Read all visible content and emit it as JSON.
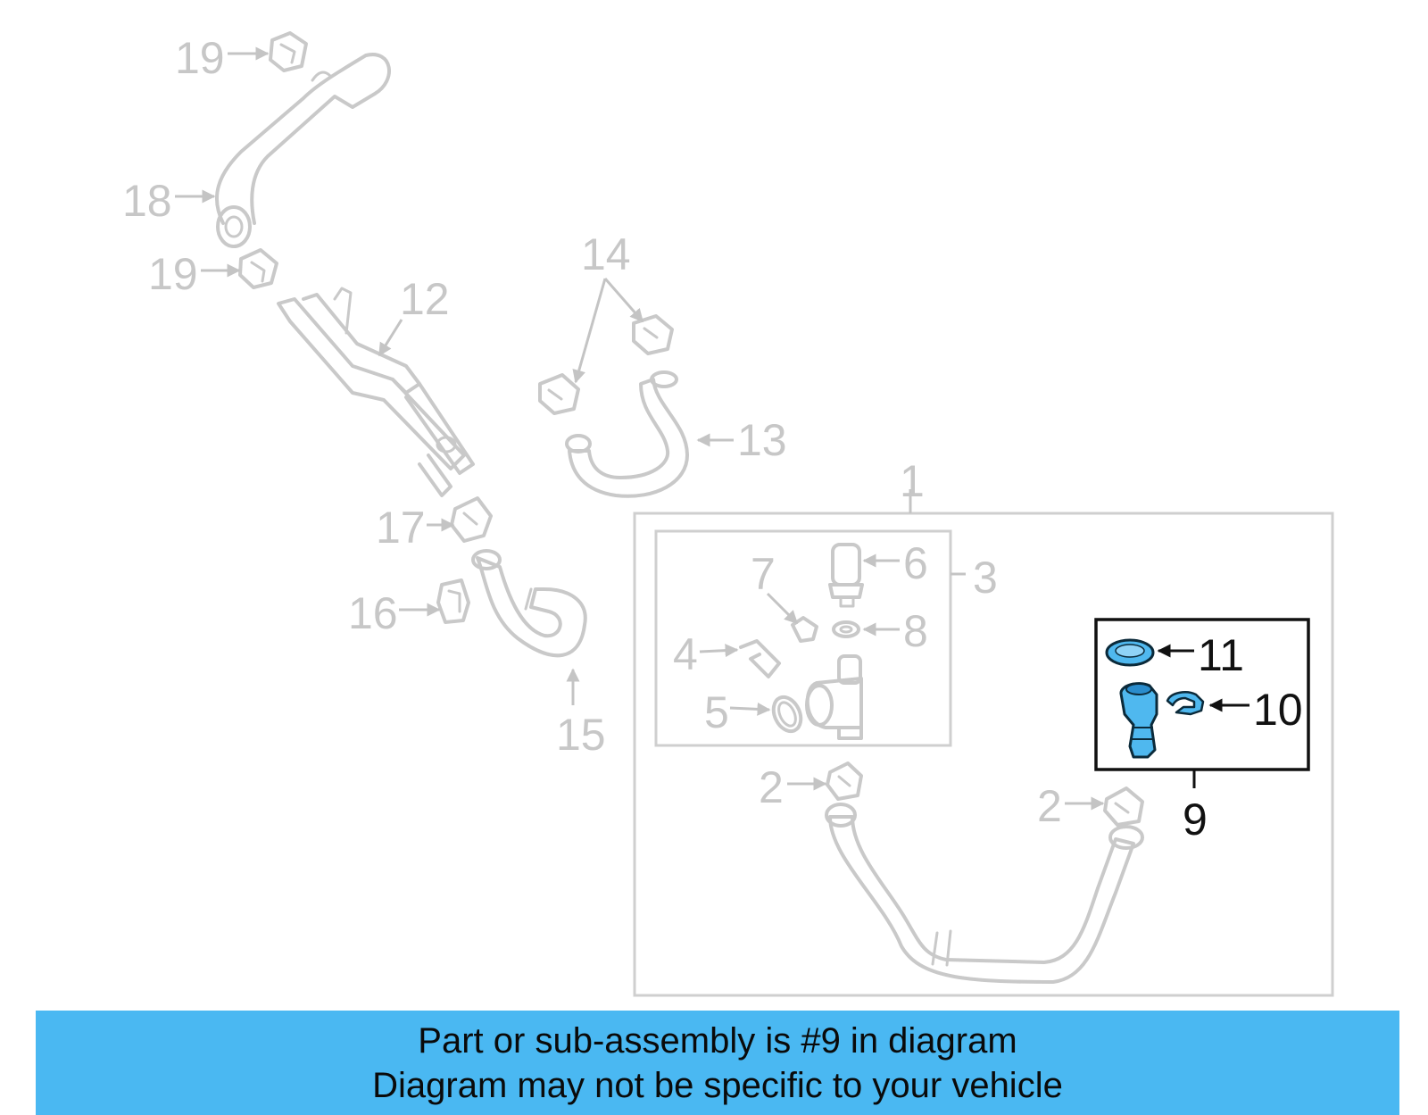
{
  "callouts": {
    "c1": "1",
    "c2a": "2",
    "c2b": "2",
    "c3": "3",
    "c4": "4",
    "c5": "5",
    "c6": "6",
    "c7": "7",
    "c8": "8",
    "c9": "9",
    "c10": "10",
    "c11": "11",
    "c12": "12",
    "c13": "13",
    "c14": "14",
    "c15": "15",
    "c16": "16",
    "c17": "17",
    "c18": "18",
    "c19a": "19",
    "c19b": "19"
  },
  "banner": {
    "line1": "Part or sub-assembly is #9 in diagram",
    "line2": "Diagram may not be specific to your vehicle"
  },
  "colors": {
    "banner": "#4ab8f2",
    "highlight_part": "#4fb8ef",
    "faded_part": "#c9c9c9"
  }
}
